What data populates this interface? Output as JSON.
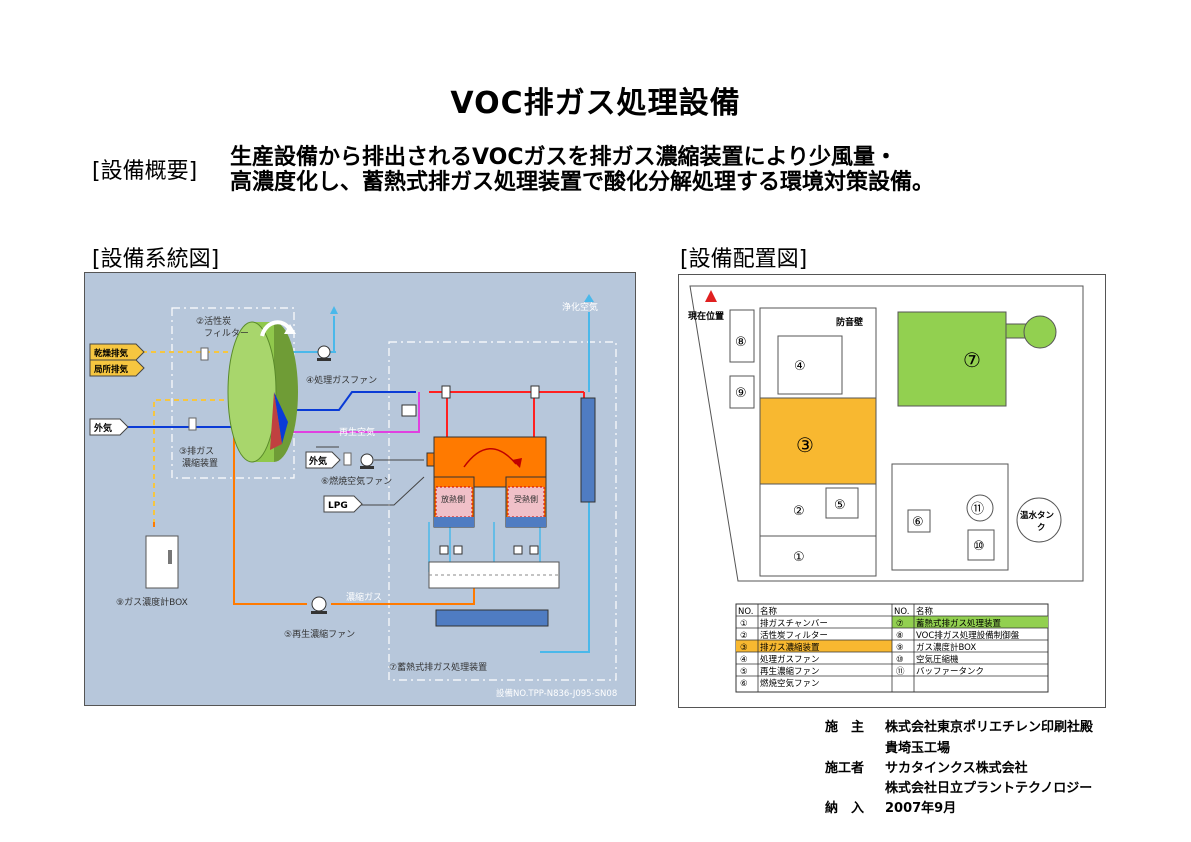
{
  "title": "VOC排ガス処理設備",
  "overview": {
    "label": "[設備概要]",
    "line1": "生産設備から排出されるVOCガスを排ガス濃縮装置により少風量・",
    "line2": "高濃度化し、蓄熱式排ガス処理装置で酸化分解処理する環境対策設備。"
  },
  "system_diagram": {
    "heading": "[設備系統図]",
    "labels": {
      "dry_exhaust": "乾燥排気",
      "local_exhaust": "局所排気",
      "outside_air": "外気",
      "outside_air_2": "外気",
      "lpg": "LPG",
      "filter": "②活性炭",
      "filter_2": "フィルター",
      "concentrator": "③排ガス",
      "concentrator_2": "濃縮装置",
      "process_fan": "④処理ガスファン",
      "regen_air": "再生空気",
      "combustion_fan": "⑥燃焼空気ファン",
      "heat_release": "放熱側",
      "heat_receive": "受熱側",
      "clean_air": "浄化空気",
      "concentrated_gas": "濃縮ガス",
      "regen_fan": "⑤再生濃縮ファン",
      "gas_box": "⑨ガス濃度計BOX",
      "rto": "⑦蓄熱式排ガス処理装置",
      "equip_no": "設備NO.TPP-N836-J095-SN08"
    }
  },
  "layout_diagram": {
    "heading": "[設備配置図]",
    "labels": {
      "current_pos": "現在位置",
      "soundproof": "防音壁",
      "n1": "①",
      "n2": "②",
      "n3": "③",
      "n4": "④",
      "n5": "⑤",
      "n6": "⑥",
      "n7": "⑦",
      "n8": "⑧",
      "n9": "⑨",
      "n10": "⑩",
      "n11": "⑪",
      "hot_tank_1": "温水タン",
      "hot_tank_2": "ク"
    },
    "legend": {
      "headers": {
        "no": "NO.",
        "name": "名称"
      },
      "left": [
        {
          "no": "①",
          "name": "排ガスチャンバー"
        },
        {
          "no": "②",
          "name": "活性炭フィルター"
        },
        {
          "no": "③",
          "name": "排ガス濃縮装置"
        },
        {
          "no": "④",
          "name": "処理ガスファン"
        },
        {
          "no": "⑤",
          "name": "再生濃縮ファン"
        },
        {
          "no": "⑥",
          "name": "燃焼空気ファン"
        }
      ],
      "right": [
        {
          "no": "⑦",
          "name": "蓄熱式排ガス処理装置"
        },
        {
          "no": "⑧",
          "name": "VOC排ガス処理設備制御盤"
        },
        {
          "no": "⑨",
          "name": "ガス濃度計BOX"
        },
        {
          "no": "⑩",
          "name": "空気圧縮機"
        },
        {
          "no": "⑪",
          "name": "バッファータンク"
        }
      ],
      "colors": {
        "rto": "#92d050",
        "concentrator": "#f8b830"
      }
    }
  },
  "credits": {
    "client_label": "施　主",
    "client": "株式会社東京ポリエチレン印刷社殿",
    "client_site": "貴埼玉工場",
    "contractor_label": "施工者",
    "contractor_1": "サカタインクス株式会社",
    "contractor_2": "株式会社日立プラントテクノロジー",
    "delivery_label": "納　入",
    "delivery": "2007年9月"
  },
  "colors": {
    "diagram_bg": "#b7c7db",
    "rto_orange": "#ff7a00",
    "blue_column": "#4f7cc2",
    "green_wheel": "#90c84c",
    "layout_green": "#92d050",
    "layout_orange": "#f8b830"
  }
}
